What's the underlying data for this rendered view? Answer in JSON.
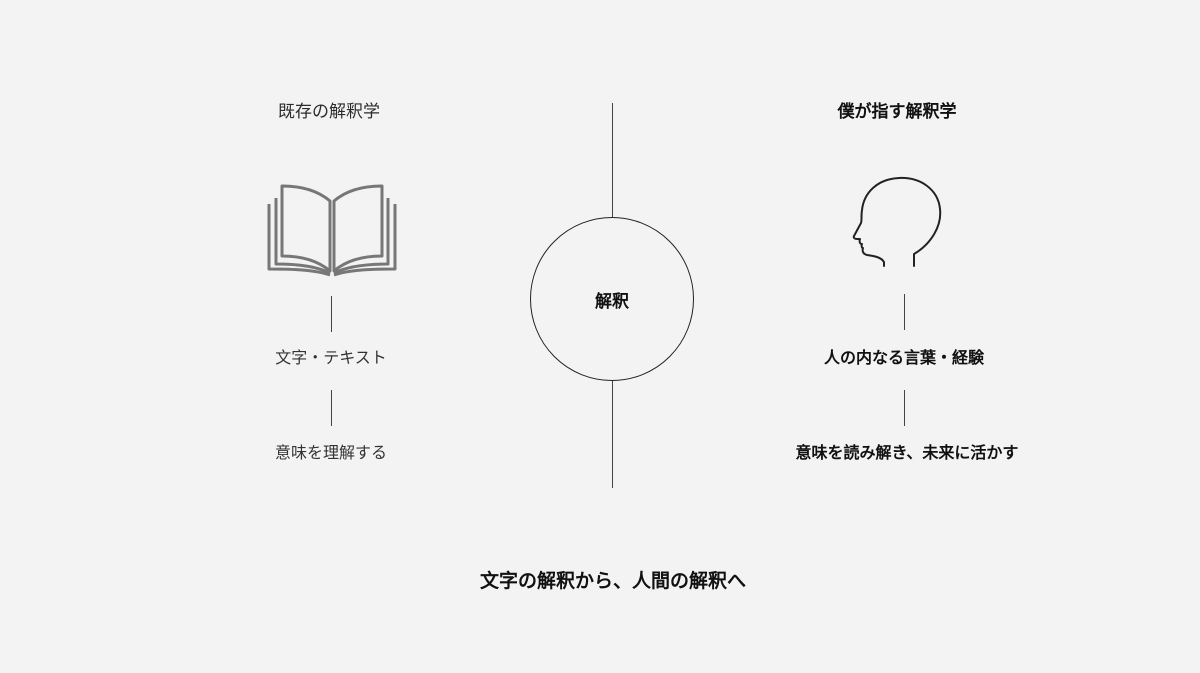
{
  "left": {
    "heading": "既存の解釈学",
    "icon": "open-book-icon",
    "steps": [
      "文字・テキスト",
      "意味を理解する"
    ]
  },
  "center": {
    "label": "解釈"
  },
  "right": {
    "heading": "僕が指す解釈学",
    "icon": "human-head-profile-icon",
    "steps": [
      "人の内なる言葉・経験",
      "意味を読み解き、未来に活かす"
    ]
  },
  "footer": {
    "text": "文字の解釈から、人間の解釈へ"
  },
  "colors": {
    "background": "#f3f3f3",
    "book_icon": "#777777",
    "line": "#444444",
    "text": "#111111"
  }
}
